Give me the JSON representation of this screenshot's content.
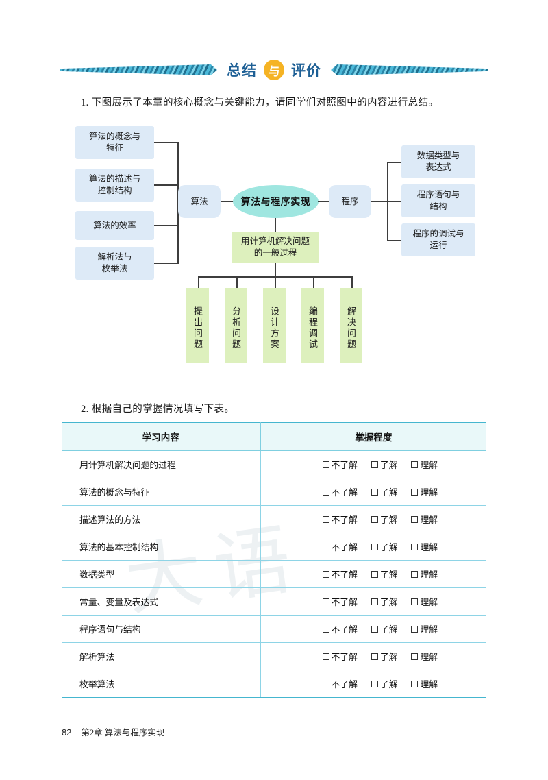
{
  "header": {
    "word_left": "总结",
    "badge": "与",
    "word_right": "评价"
  },
  "questions": {
    "q1": "1. 下图展示了本章的核心概念与关键能力，请同学们对照图中的内容进行总结。",
    "q2": "2. 根据自己的掌握情况填写下表。"
  },
  "diagram": {
    "center": "算法与程序实现",
    "left_hub": "算法",
    "right_hub": "程序",
    "left_items": [
      "算法的概念与\n特征",
      "算法的描述与\n控制结构",
      "算法的效率",
      "解析法与\n枚举法"
    ],
    "right_items": [
      "数据类型与\n表达式",
      "程序语句与\n结构",
      "程序的调试与\n运行"
    ],
    "process_node": "用计算机解决问题\n的一般过程",
    "steps": [
      "提出问题",
      "分析问题",
      "设计方案",
      "编程调试",
      "解决问题"
    ],
    "colors": {
      "box_blue": "#ddeaf7",
      "box_green": "#ddf0bd",
      "ellipse": "#9fe6e0",
      "line": "#3d3d3d"
    }
  },
  "table": {
    "headers": [
      "学习内容",
      "掌握程度"
    ],
    "options": [
      "不了解",
      "了解",
      "理解"
    ],
    "rows": [
      "用计算机解决问题的过程",
      "算法的概念与特征",
      "描述算法的方法",
      "算法的基本控制结构",
      "数据类型",
      "常量、变量及表达式",
      "程序语句与结构",
      "解析算法",
      "枚举算法"
    ]
  },
  "footer": {
    "page_number": "82",
    "chapter": "第2章   算法与程序实现"
  },
  "watermark": "大语"
}
